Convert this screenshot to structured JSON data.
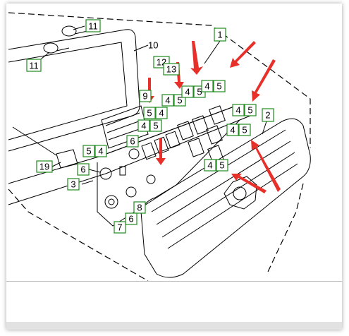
{
  "labels": {
    "c1": "1",
    "c2": "2",
    "c3": "3",
    "c6": "6",
    "c7": "7",
    "c8": "8",
    "c9": "9",
    "c10": "10",
    "c11": "11",
    "c12": "12",
    "c13": "13",
    "c19": "19",
    "c4": "4",
    "c5": "5"
  },
  "colors": {
    "callout_border": "#1e8a1e",
    "arrow": "#e8302a"
  }
}
